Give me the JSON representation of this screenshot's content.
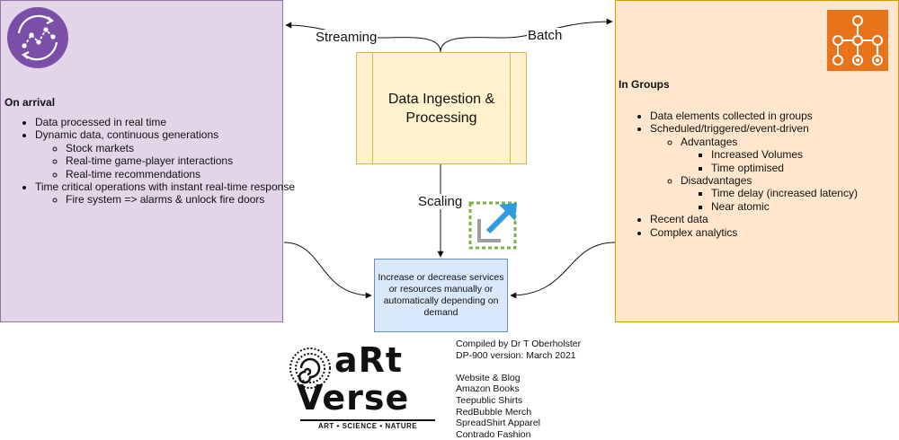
{
  "left_panel": {
    "title": "On arrival",
    "items": [
      {
        "text": "Data processed in real time"
      },
      {
        "text": "Dynamic data, continuous generations",
        "children": [
          {
            "text": "Stock markets"
          },
          {
            "text": "Real-time game-player interactions"
          },
          {
            "text": "Real-time recommendations"
          }
        ]
      },
      {
        "text": "Time critical operations with instant real-time response",
        "children": [
          {
            "text": "Fire system => alarms & unlock fire doors"
          }
        ]
      }
    ]
  },
  "right_panel": {
    "title": "In Groups",
    "items": [
      {
        "text": "Data elements collected in groups"
      },
      {
        "text": "Scheduled/triggered/event-driven",
        "children": [
          {
            "text": "Advantages",
            "children": [
              {
                "text": "Increased Volumes"
              },
              {
                "text": "Time optimised"
              }
            ]
          },
          {
            "text": "Disadvantages",
            "children": [
              {
                "text": "Time delay (increased latency)"
              },
              {
                "text": "Near atomic"
              }
            ]
          }
        ]
      },
      {
        "text": "Recent data"
      },
      {
        "text": "Complex analytics"
      }
    ]
  },
  "center": {
    "process_label": "Data Ingestion & Processing",
    "scaled_label": "Increase or decrease services or resources manually or automatically depending on demand"
  },
  "edges": {
    "streaming": "Streaming",
    "batch": "Batch",
    "scaling": "Scaling"
  },
  "logo": {
    "line1": "aRt",
    "line2": "Verse",
    "tagline": "ART • SCIENCE • NATURE"
  },
  "credits": [
    "Compiled by Dr T Oberholster",
    "DP-900 version: March 2021",
    "",
    "Website & Blog",
    "Amazon Books",
    "Teepublic Shirts",
    "RedBubble Merch",
    "SpreadShirt Apparel",
    "Contrado Fashion"
  ],
  "colors": {
    "left_fill": "#e1d5e7",
    "right_fill": "#ffe6cc",
    "process_fill": "#fff2cc",
    "scaled_fill": "#dae8fc",
    "stream_icon": "#7b4fa8",
    "batch_icon": "#e8731a",
    "scale_arrow": "#2f9be0",
    "scale_frame": "#7cb342"
  },
  "icons": {
    "stream": "stream-analytics-icon",
    "batch": "batch-workflow-icon",
    "scale": "autoscale-icon",
    "logo": "spiral-logo-icon"
  }
}
